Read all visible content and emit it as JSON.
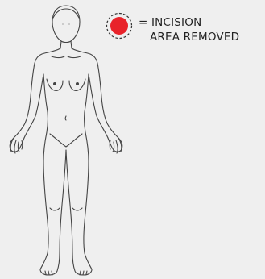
{
  "legend": {
    "line1": "= INCISION",
    "line2": "AREA REMOVED",
    "marker_color": "#e8232a",
    "marker_ring_style": "dashed"
  },
  "figure": {
    "view": "front",
    "body_line_color": "#444444",
    "background_color": "#efefef"
  }
}
